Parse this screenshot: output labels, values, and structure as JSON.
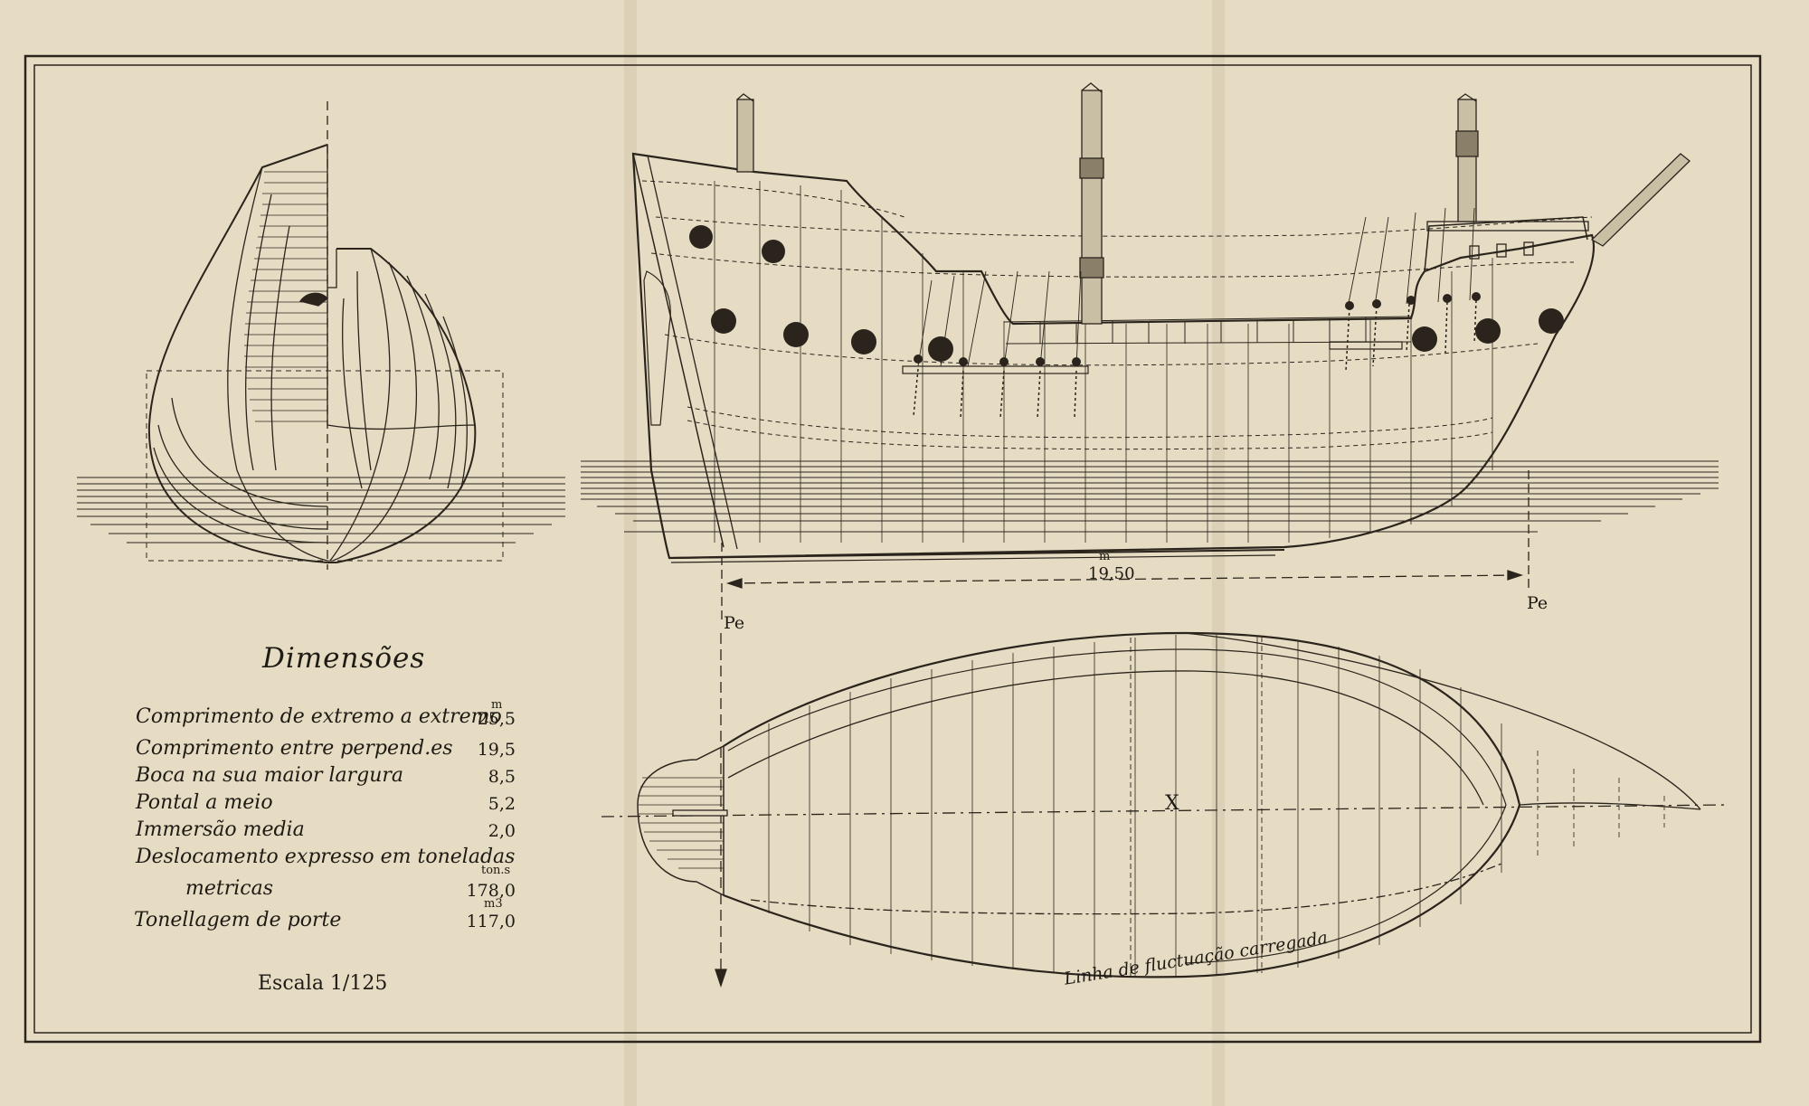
{
  "palette": {
    "paper": "#e6dcc3",
    "ink": "#2a241c",
    "fold": "#d2c6aa"
  },
  "dimensions": {
    "title": "Dimensões",
    "rows": [
      {
        "label": "Comprimento de extremo a extremo",
        "unit": "m",
        "value": "25,5"
      },
      {
        "label": "Comprimento entre perpend.es",
        "unit": "",
        "value": "19,5"
      },
      {
        "label": "Boca na sua maior largura",
        "unit": "",
        "value": "8,5"
      },
      {
        "label": "Pontal a meio",
        "unit": "",
        "value": "5,2"
      },
      {
        "label": "Immersão media",
        "unit": "",
        "value": "2,0"
      },
      {
        "label": "Deslocamento expresso em toneladas",
        "unit": "",
        "value": ""
      },
      {
        "label": "metricas",
        "unit": "ton.s",
        "value": "178,0"
      },
      {
        "label": "Tonellagem de porte",
        "unit": "m3",
        "value": "117,0"
      }
    ],
    "scale": "Escala 1/125"
  },
  "profile": {
    "length_value": "19,50",
    "length_unit": "m",
    "perpendicular_left": "Pe",
    "perpendicular_right": "Pe"
  },
  "plan": {
    "center_mark": "X",
    "waterline_label": "Linha de fluctuação carregada"
  }
}
